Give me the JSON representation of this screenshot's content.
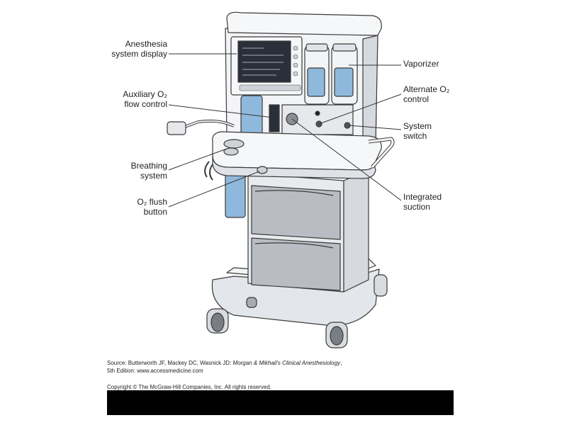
{
  "labels": {
    "anesthesia_display": "Anesthesia\nsystem display",
    "aux_o2": "Auxiliary O₂\nflow control",
    "breathing_system": "Breathing\nsystem",
    "o2_flush": "O₂ flush\nbutton",
    "vaporizer": "Vaporizer",
    "alternate_o2": "Alternate O₂\ncontrol",
    "system_switch": "System\nswitch",
    "integrated_suction": "Integrated\nsuction"
  },
  "source": {
    "prefix": "Source: Butterworth JF, Mackey DC, Wasnick JD: ",
    "book": "Morgan & Mikhail's Clinical Anesthesiology",
    "suffix": ",",
    "edition": "5th Edition: www.accessmedicine.com",
    "copyright": "Copyright © The McGraw-Hill Companies, Inc. All rights reserved."
  },
  "colors": {
    "body": "#eef0f3",
    "outline": "#3a3a3a",
    "blue": "#8fb9dc",
    "screen": "#2a2f3a",
    "drawer": "#b9bdc3"
  }
}
